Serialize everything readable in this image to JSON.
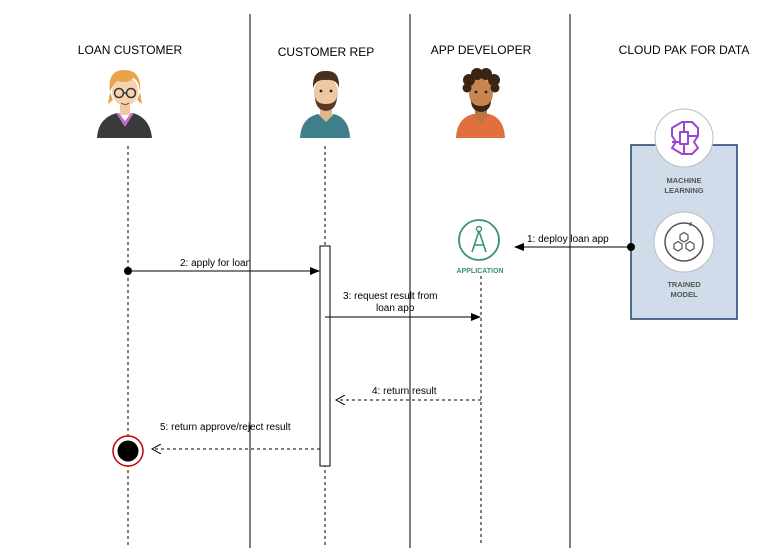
{
  "lanes": [
    {
      "id": "loan-customer",
      "title": "LOAN CUSTOMER"
    },
    {
      "id": "customer-rep",
      "title": "CUSTOMER REP"
    },
    {
      "id": "app-developer",
      "title": "APP DEVELOPER"
    },
    {
      "id": "cloud-pak",
      "title": "CLOUD PAK FOR DATA"
    }
  ],
  "cloud_pak": {
    "ml_label_line1": "MACHINE",
    "ml_label_line2": "LEARNING",
    "model_label_line1": "TRAINED",
    "model_label_line2": "MODEL"
  },
  "application_label": "APPLICATION",
  "messages": [
    {
      "id": "msg-1",
      "line1": "1: deploy loan app",
      "line2": ""
    },
    {
      "id": "msg-2",
      "line1": "2: apply for loan",
      "line2": ""
    },
    {
      "id": "msg-3",
      "line1": "3: request result from",
      "line2": "loan app"
    },
    {
      "id": "msg-4",
      "line1": "4: return result",
      "line2": ""
    },
    {
      "id": "msg-5",
      "line1": "5: return approve/reject result",
      "line2": ""
    }
  ],
  "colors": {
    "cloud_box_fill": "#d0dce9",
    "cloud_box_border": "#1d3f6e",
    "ml_icon": "#9b44d6",
    "application": "#3a8f74",
    "end_node_ring": "#c00000"
  }
}
